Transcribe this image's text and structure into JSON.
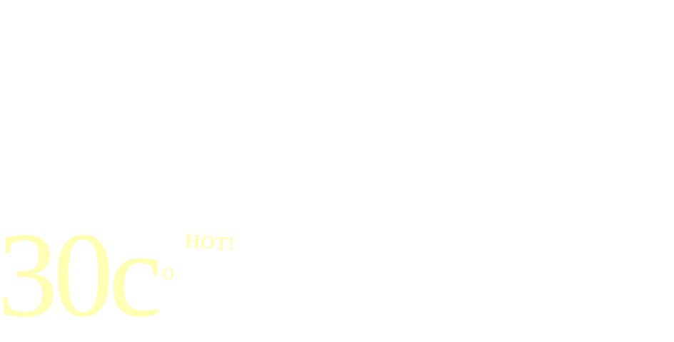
{
  "temperature": {
    "value": "30c",
    "degree_symbol": "o"
  },
  "label": "HOT!",
  "colors": {
    "text": "#ffffb4",
    "background": "#ffffff"
  }
}
